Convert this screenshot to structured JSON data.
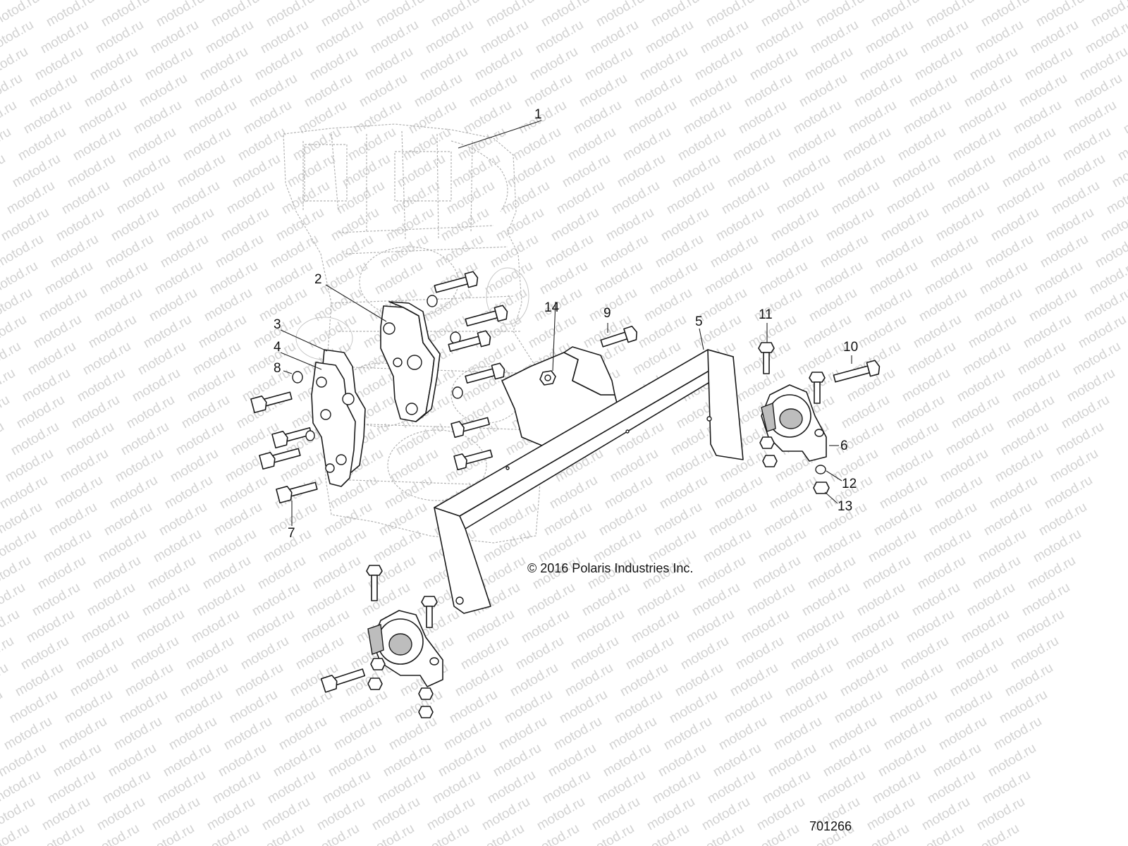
{
  "watermark": "motod.ru",
  "copyright": "© 2016 Polaris Industries Inc.",
  "doc_number": "701266",
  "callouts": [
    {
      "num": "1",
      "part": "engine"
    },
    {
      "num": "2",
      "part": "mount-plate-front"
    },
    {
      "num": "3",
      "part": "mount-plate-outer"
    },
    {
      "num": "4",
      "part": "mount-plate-inner"
    },
    {
      "num": "5",
      "part": "engine-crossmember"
    },
    {
      "num": "6",
      "part": "rubber-mount-isolator"
    },
    {
      "num": "7",
      "part": "flange-bolt"
    },
    {
      "num": "8",
      "part": "washer"
    },
    {
      "num": "9",
      "part": "bolt"
    },
    {
      "num": "10",
      "part": "bolt"
    },
    {
      "num": "11",
      "part": "bolt"
    },
    {
      "num": "12",
      "part": "washer"
    },
    {
      "num": "13",
      "part": "nut"
    },
    {
      "num": "14",
      "part": "nut"
    }
  ]
}
